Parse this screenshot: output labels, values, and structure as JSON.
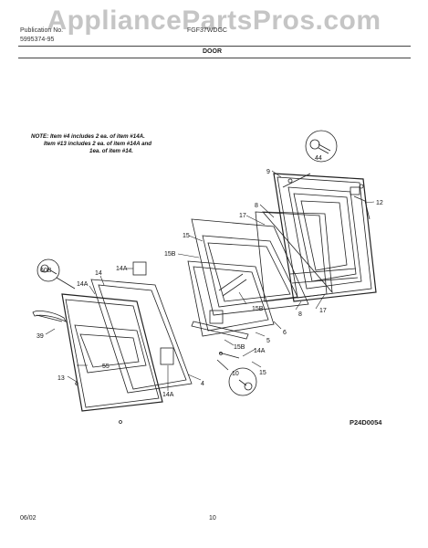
{
  "watermark": "AppliancePartsPros.com",
  "header": {
    "left_line1": "Publication No.",
    "left_line2": "5995374-95",
    "right": "FGF37WDGC",
    "title": "DOOR"
  },
  "note": {
    "line1": "NOTE: Item #4 includes 2 ea. of item #14A.",
    "line2": "Item #13 includes 2 ea. of item #14A and",
    "line3": "1ea. of item #14."
  },
  "labels": {
    "l44": "44",
    "l9": "9",
    "l12": "12",
    "l8a": "8",
    "l17a": "17",
    "l15": "15",
    "l15b": "15B",
    "l15b2": "15B",
    "l8b": "8",
    "l17b": "17",
    "l6": "6",
    "l5": "5",
    "l15b3": "15B",
    "l14a_r": "14A",
    "l15r": "15",
    "l60b": "60B",
    "l14": "14",
    "l14a_top": "14A",
    "l14a_left": "14A",
    "l39": "39",
    "l55": "55",
    "l13": "13",
    "l14a_bot": "14A",
    "l4": "4",
    "l10": "10"
  },
  "drawing_code": "P24D0054",
  "footer": {
    "date": "06/02",
    "page": "10"
  }
}
